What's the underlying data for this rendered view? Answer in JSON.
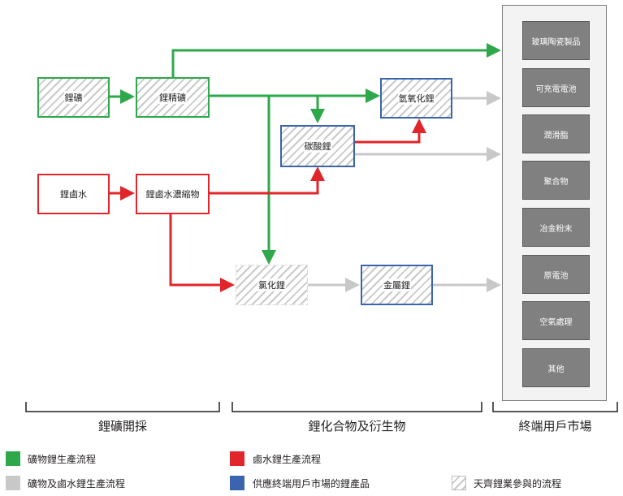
{
  "nodes": {
    "lithium_ore": "鋰礦",
    "lithium_concentrate": "鋰精礦",
    "brine": "鋰鹵水",
    "brine_concentrate": "鋰鹵水濃縮物",
    "lithium_carbonate": "碳酸鋰",
    "lithium_hydroxide": "氫氧化鋰",
    "lithium_chloride": "氯化鋰",
    "lithium_metal": "金屬鋰"
  },
  "markets": [
    "玻璃陶瓷製品",
    "可充電電池",
    "潤滑脂",
    "聚合物",
    "冶金粉末",
    "原電池",
    "空氣處理",
    "其他"
  ],
  "phases": {
    "mining": "鋰礦開採",
    "compounds": "鋰化合物及衍生物",
    "end_market": "終端用戶市場"
  },
  "legend": {
    "green": "礦物鋰生產流程",
    "red": "鹵水鋰生產流程",
    "gray": "礦物及鹵水鋰生產流程",
    "blue": "供應終端用戶市場的鋰產品",
    "hatch": "天齊鋰業參與的流程"
  },
  "colors": {
    "green": "#2ea84a",
    "red": "#e0262a",
    "gray": "#c8c8c8",
    "blue": "#3a64ad",
    "market_box": "#808080"
  }
}
